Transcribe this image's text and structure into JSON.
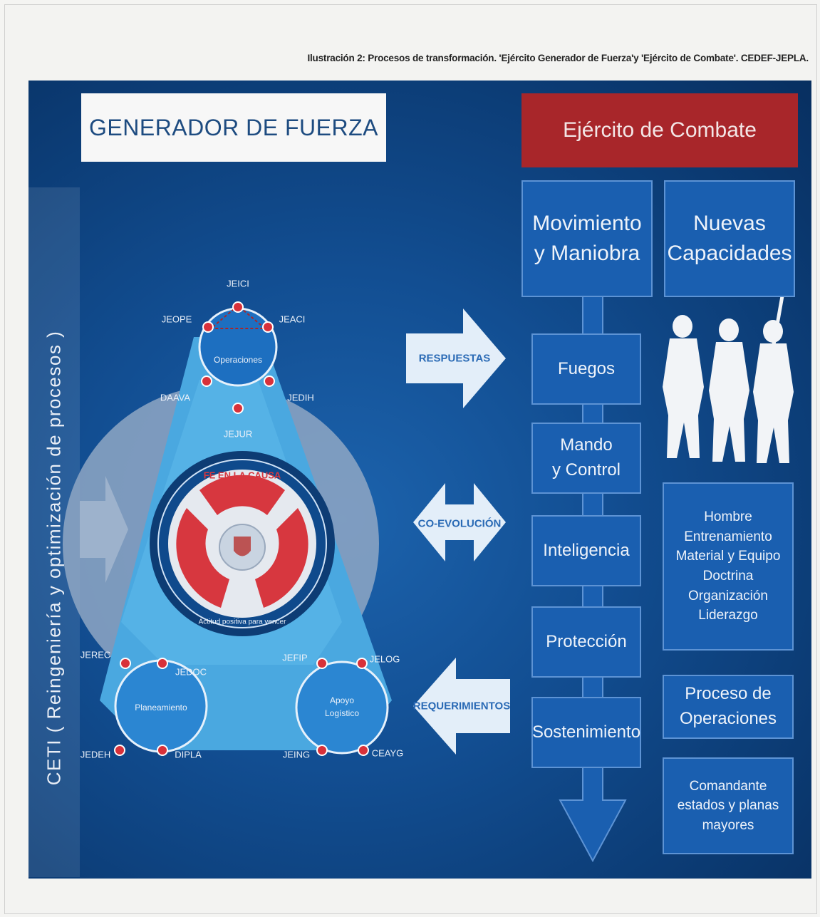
{
  "caption": "Ilustración 2: Procesos de transformación. 'Ejército Generador de Fuerza'y 'Ejército de Combate'. CEDEF-JEPLA.",
  "left_header": "GENERADOR DE FUERZA",
  "right_header": "Ejército de Combate",
  "vertical_label": "CETI ( Reingeniería y optimización de procesos )",
  "triangle": {
    "top_circle": "Operaciones",
    "left_circle": "Planeamiento",
    "right_circle_line1": "Apoyo",
    "right_circle_line2": "Logístico",
    "center_arc_text": "FE EN LA CAUSA",
    "center_bottom_text": "Actitud positiva para vencer",
    "nodes": {
      "jeici": "JEICI",
      "jeope": "JEOPE",
      "jeaci": "JEACI",
      "daava": "DAAVA",
      "jedih": "JEDIH",
      "jejur": "JEJUR",
      "jerec": "JEREC",
      "jedoc": "JEDOC",
      "jedeh": "JEDEH",
      "dipla": "DIPLA",
      "jefip": "JEFIP",
      "jelog": "JELOG",
      "jeing": "JEING",
      "ceayg": "CEAYG"
    }
  },
  "arrows": {
    "respuestas": "RESPUESTAS",
    "coevolucion": "CO-EVOLUCIÓN",
    "requerimientos": "REQUERIMIENTOS"
  },
  "stack": {
    "top_line1": "Movimiento",
    "top_line2": "y Maniobra",
    "items": [
      "Fuegos",
      "Mando",
      "y Control",
      "Inteligencia",
      "Protección",
      "Sostenimiento"
    ]
  },
  "right_col": {
    "nuevas_line1": "Nuevas",
    "nuevas_line2": "Capacidades",
    "list": [
      "Hombre",
      "Entrenamiento",
      "Material y Equipo",
      "Doctrina",
      "Organización",
      "Liderazgo"
    ],
    "proceso_line1": "Proceso de",
    "proceso_line2": "Operaciones",
    "comandante": [
      "Comandante",
      "estados y planas",
      "mayores"
    ]
  },
  "colors": {
    "panel_blue": "#124e92",
    "header_red": "#a8262a",
    "box_blue": "#1a5fb0",
    "node_red": "#d8313a",
    "arrow_white": "#eaf2fb"
  }
}
